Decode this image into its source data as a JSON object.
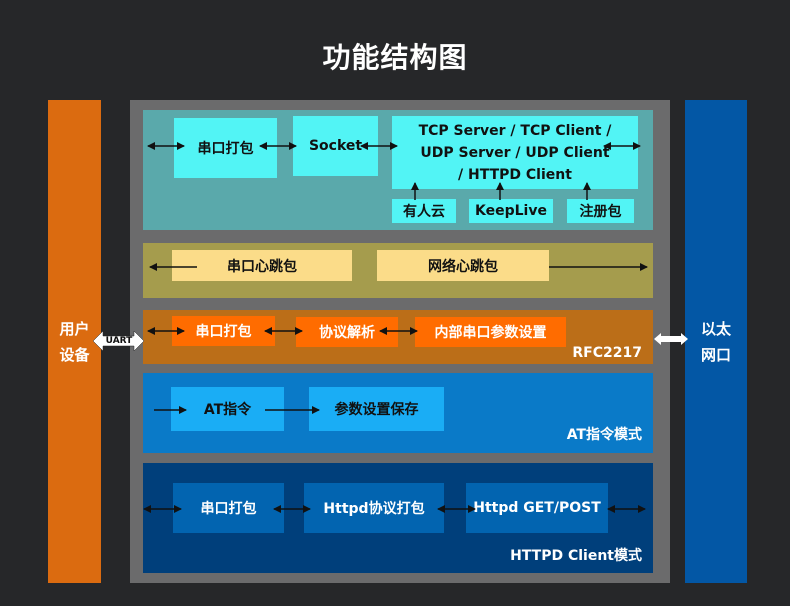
{
  "title": "功能结构图",
  "left_device": {
    "line1": "用户",
    "line2": "设备",
    "connector": "UART",
    "color": "#db6b10"
  },
  "right_device": {
    "line1": "以太",
    "line2": "网口",
    "color": "#0357a5"
  },
  "sections": {
    "transparent": {
      "color": "#5aa9ab",
      "boxes": [
        "串口打包",
        "Socket"
      ],
      "protocols": [
        "TCP Server / TCP Client /",
        "UDP Server / UDP Client",
        "/ HTTPD Client"
      ],
      "features": [
        "有人云",
        "KeepLive",
        "注册包"
      ]
    },
    "heartbeat": {
      "color": "#a59c4d",
      "boxes": [
        "串口心跳包",
        "网络心跳包"
      ]
    },
    "rfc2217": {
      "color": "#bb6e18",
      "boxes": [
        "串口打包",
        "协议解析",
        "内部串口参数设置"
      ],
      "label": "RFC2217"
    },
    "at_mode": {
      "color": "#0a7ac8",
      "boxes": [
        "AT指令",
        "参数设置保存"
      ],
      "label": "AT指令模式"
    },
    "httpd_mode": {
      "color": "#003f7b",
      "boxes": [
        "串口打包",
        "Httpd协议打包",
        "Httpd GET/POST"
      ],
      "label": "HTTPD Client模式"
    }
  }
}
